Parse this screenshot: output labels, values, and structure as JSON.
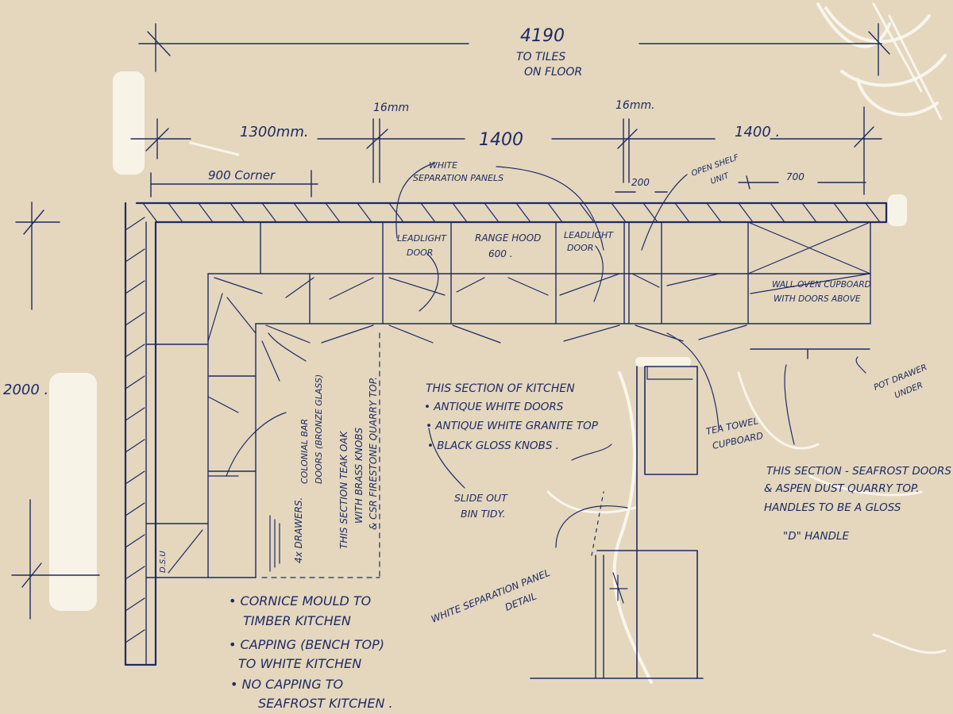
{
  "dims": {
    "overall": "4190",
    "overall_note_1": "TO TILES",
    "overall_note_2": "ON FLOOR",
    "d_1300": "1300mm.",
    "d_16a": "16mm",
    "d_1400a": "1400",
    "d_16b": "16mm.",
    "d_1400b": "1400 .",
    "d_900": "900 Corner",
    "d_200": "200",
    "d_700": "700",
    "d_2000": "2000 ."
  },
  "labels": {
    "white_sep_1": "WHITE",
    "white_sep_2": "SEPARATION PANELS",
    "open_shelf_1": "OPEN SHELF",
    "open_shelf_2": "UNIT",
    "leadlight_a_1": "LEADLIGHT",
    "leadlight_a_2": "DOOR",
    "range_hood_1": "RANGE HOOD",
    "range_hood_2": "600 .",
    "leadlight_b_1": "LEADLIGHT",
    "leadlight_b_2": "DOOR",
    "wall_oven_1": "WALL OVEN CUPBOARD",
    "wall_oven_2": "WITH DOORS ABOVE",
    "pot_drawer_1": "POT DRAWER",
    "pot_drawer_2": "UNDER",
    "tea_towel_1": "TEA TOWEL",
    "tea_towel_2": "CUPBOARD",
    "colonial_1": "COLONIAL BAR",
    "colonial_2": "DOORS (BRONZE GLASS)",
    "four_drawers": "4x DRAWERS.",
    "dsu": "D.S.U",
    "teak_1": "THIS SECTION TEAK OAK",
    "teak_2": "WITH BRASS KNOBS",
    "teak_3": "& CSR FIRESTONE QUARRY TOP.",
    "slide_bin_1": "SLIDE OUT",
    "slide_bin_2": "BIN TIDY.",
    "white_detail_1": "WHITE SEPARATION PANEL",
    "white_detail_2": "DETAIL"
  },
  "kitchen_section": {
    "heading": "THIS SECTION OF KITCHEN",
    "items": [
      "• ANTIQUE WHITE DOORS",
      "• ANTIQUE WHITE GRANITE TOP",
      "• BLACK GLOSS KNOBS ."
    ]
  },
  "seafrost_section": {
    "lines": [
      "THIS SECTION - SEAFROST DOORS",
      "& ASPEN DUST QUARRY TOP.",
      "HANDLES TO BE A GLOSS",
      "\"D\" HANDLE"
    ]
  },
  "notes": {
    "lines": [
      "• CORNICE MOULD TO",
      "TIMBER KITCHEN",
      "• CAPPING (BENCH TOP)",
      "TO WHITE KITCHEN",
      "• NO CAPPING TO",
      "SEAFROST KITCHEN ."
    ]
  }
}
